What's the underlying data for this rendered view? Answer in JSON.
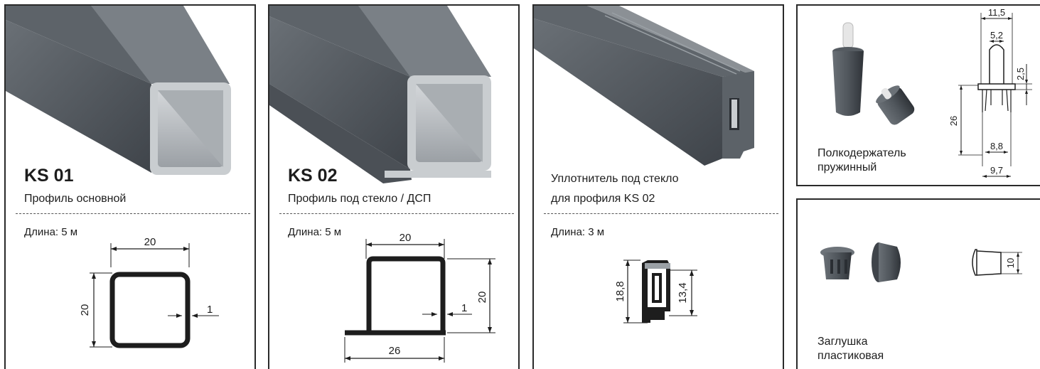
{
  "colors": {
    "profile_dark": "#4a4f55",
    "profile_light": "#c7cbce",
    "line": "#1d1d1d",
    "border": "#2a2a2a"
  },
  "cards": [
    {
      "model": "KS 01",
      "name": "Профиль основной",
      "length": "Длина: 5 м",
      "dims": {
        "width": "20",
        "height": "20",
        "wall": "1"
      }
    },
    {
      "model": "KS 02",
      "name": "Профиль под стекло / ДСП",
      "length": "Длина: 5 м",
      "dims": {
        "width": "20",
        "height": "20",
        "wall": "1",
        "bottom": "26"
      }
    },
    {
      "name_line1": "Уплотнитель под стекло",
      "name_line2": "для профиля KS 02",
      "length": "Длина: 3 м",
      "dims": {
        "outer": "18,8",
        "inner": "13,4"
      }
    }
  ],
  "holder": {
    "name_line1": "Полкодержатель",
    "name_line2": "пружинный",
    "dims": {
      "top": "11,5",
      "pin": "5,2",
      "cap": "2,5",
      "height": "26",
      "mid": "8,8",
      "base": "9,7"
    }
  },
  "plug": {
    "name_line1": "Заглушка",
    "name_line2": "пластиковая",
    "dims": {
      "height": "10"
    }
  }
}
